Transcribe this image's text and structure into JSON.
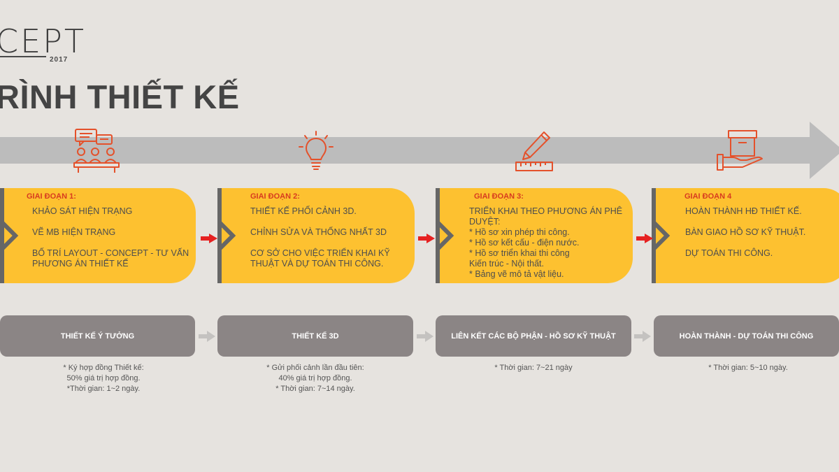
{
  "logo": {
    "text": "CEPT",
    "year": "2017"
  },
  "title": "RÌNH THIẾT KẾ",
  "colors": {
    "background": "#e6e3df",
    "card": "#fdc130",
    "heading": "#d83b1f",
    "icon": "#e4512b",
    "arrow": "#e62121",
    "phase": "#8b8585",
    "timeline": "#bcbcbc"
  },
  "stages": [
    {
      "icon": "team-meeting-icon",
      "heading": "GIAI ĐOẠN 1:",
      "lines": [
        "KHẢO SÁT HIỆN TRẠNG",
        "VẼ MB HIỆN TRẠNG",
        "BỐ TRÍ LAYOUT - CONCEPT - TƯ VẤN",
        "PHƯƠNG ÁN THIẾT KẾ"
      ],
      "phase": "THIẾT KẾ Ý TƯỞNG",
      "notes": [
        "* Ký hợp đồng Thiết kế:",
        "50% giá trị hợp đồng.",
        "*Thời gian: 1~2 ngày."
      ]
    },
    {
      "icon": "lightbulb-icon",
      "heading": "GIAI ĐOẠN 2:",
      "lines": [
        "THIẾT KẾ PHỐI CẢNH 3D.",
        "CHỈNH SỬA VÀ THỐNG NHẤT 3D",
        "CƠ SỞ CHO VIỆC TRIỂN KHAI KỸ",
        "THUẬT VÀ DỰ TOÁN THI CÔNG."
      ],
      "phase": "THIẾT KẾ 3D",
      "notes": [
        "* Gửi phối cảnh lần đầu tiên:",
        "40% giá trị hợp đồng.",
        "* Thời gian: 7~14 ngày."
      ]
    },
    {
      "icon": "pencil-ruler-icon",
      "heading": "GIAI ĐOẠN 3:",
      "lines": [
        "TRIỂN KHAI THEO PHƯƠNG ÁN PHÊ",
        "DUYỆT:",
        "* Hồ sơ xin phép thi công.",
        "* Hồ sơ kết cấu - điện nước.",
        "* Hồ sơ triển khai thi công",
        "Kiến trúc - Nội thất.",
        "* Bảng vẽ mô tả vật liệu."
      ],
      "phase": "LIÊN KẾT CÁC BỘ PHẬN - HỒ SƠ KỸ THUẬT",
      "notes": [
        "* Thời gian: 7~21 ngày"
      ]
    },
    {
      "icon": "box-handover-icon",
      "heading": "GIAI ĐOẠN 4",
      "lines": [
        "HOÀN THÀNH HĐ THIẾT KẾ.",
        "BÀN GIAO HỒ SƠ KỸ THUẬT.",
        "DỰ TOÁN THI CÔNG."
      ],
      "phase": "HOÀN THÀNH - DỰ TOÁN THI CÔNG",
      "notes": [
        "* Thời gian: 5~10 ngày."
      ]
    }
  ]
}
